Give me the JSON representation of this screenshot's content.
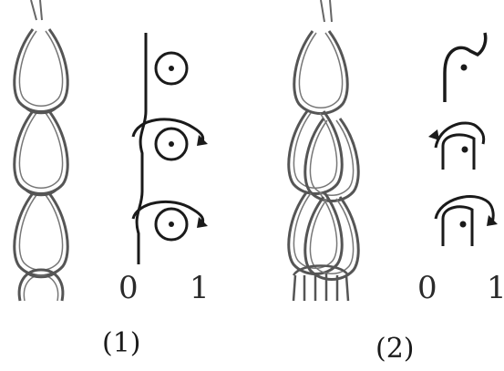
{
  "panels": [
    {
      "caption": "(1)",
      "axis_labels": [
        "0",
        "1"
      ]
    },
    {
      "caption": "(2)",
      "axis_labels": [
        "0",
        "1"
      ]
    }
  ],
  "colors": {
    "ink": "#1a1a1a",
    "chain": "#555555"
  }
}
